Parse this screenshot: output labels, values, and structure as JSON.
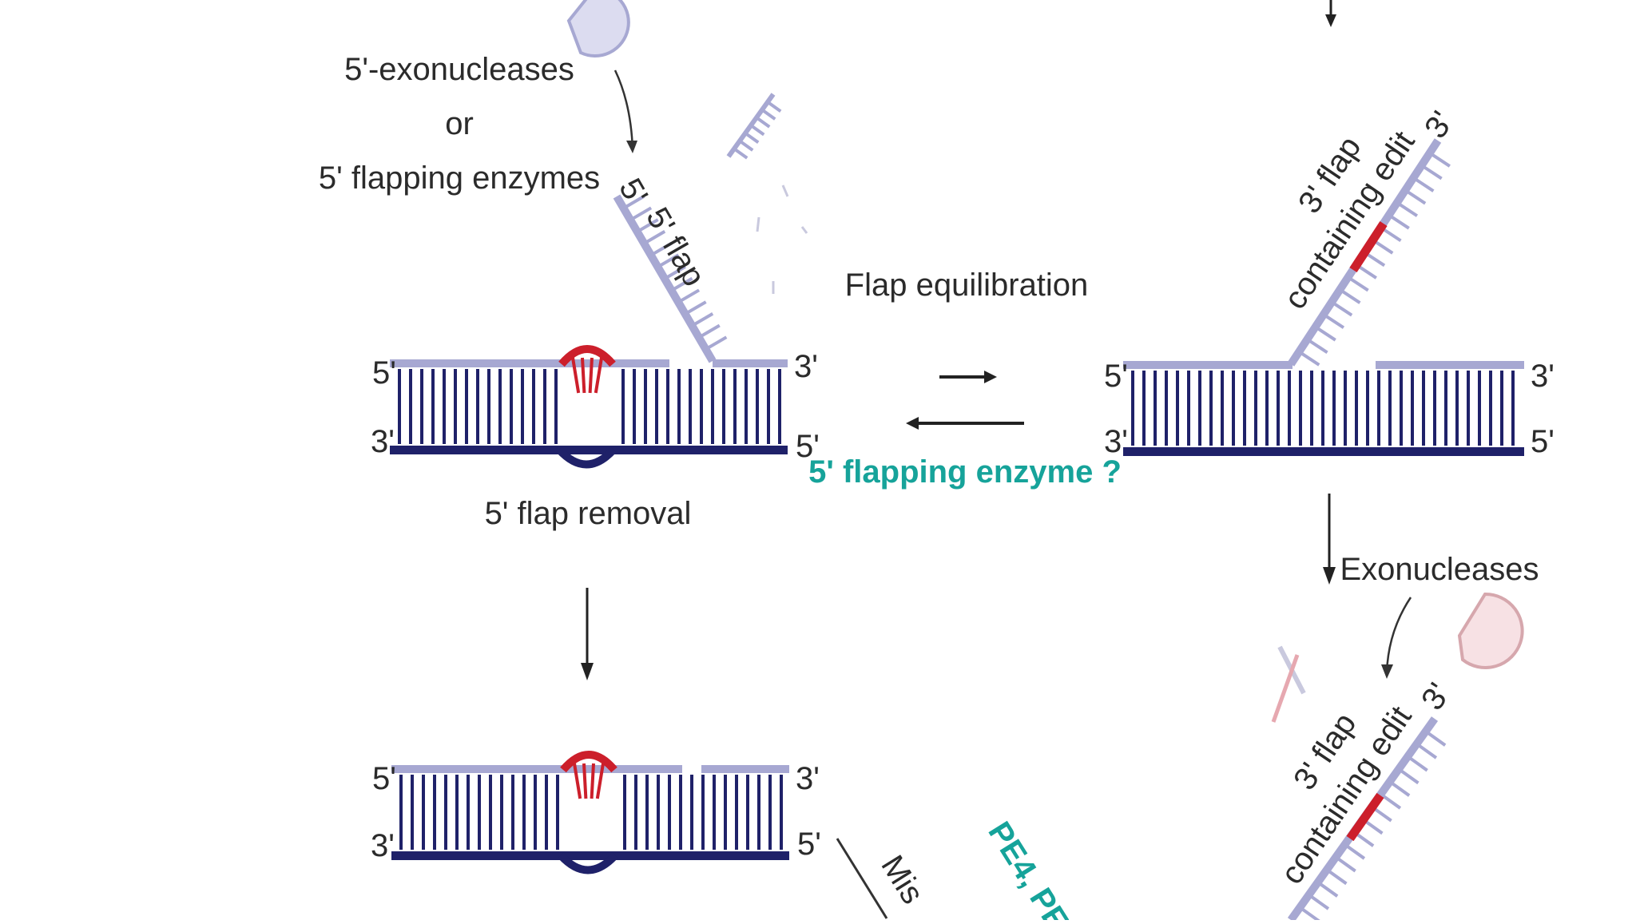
{
  "labels": {
    "exo_5": "5'-exonucleases",
    "or": "or",
    "flapping_5": "5' flapping enzymes",
    "flap5_strand": "5' flap",
    "flap5_end": "5'",
    "flap_equilibration": "Flap equilibration",
    "flapping_enzyme_q": "5' flapping enzyme ?",
    "flap5_removal": "5' flap removal",
    "exonucleases": "Exonucleases",
    "flap3_line1": "3' flap",
    "flap3_line2": "containing edit",
    "flap3_end": "3'",
    "mis_partial": "Mis",
    "pe4_partial": "PE4, PE"
  },
  "end_labels": {
    "five": "5'",
    "three": "3'"
  },
  "colors": {
    "strand_top": "#a7a8d2",
    "strand_bottom": "#1f2169",
    "edit": "#cc1f2b",
    "teal": "#16a39a",
    "exonuclease_blue": "#dcdcf0",
    "exonuclease_pink": "#f7e1e4"
  }
}
